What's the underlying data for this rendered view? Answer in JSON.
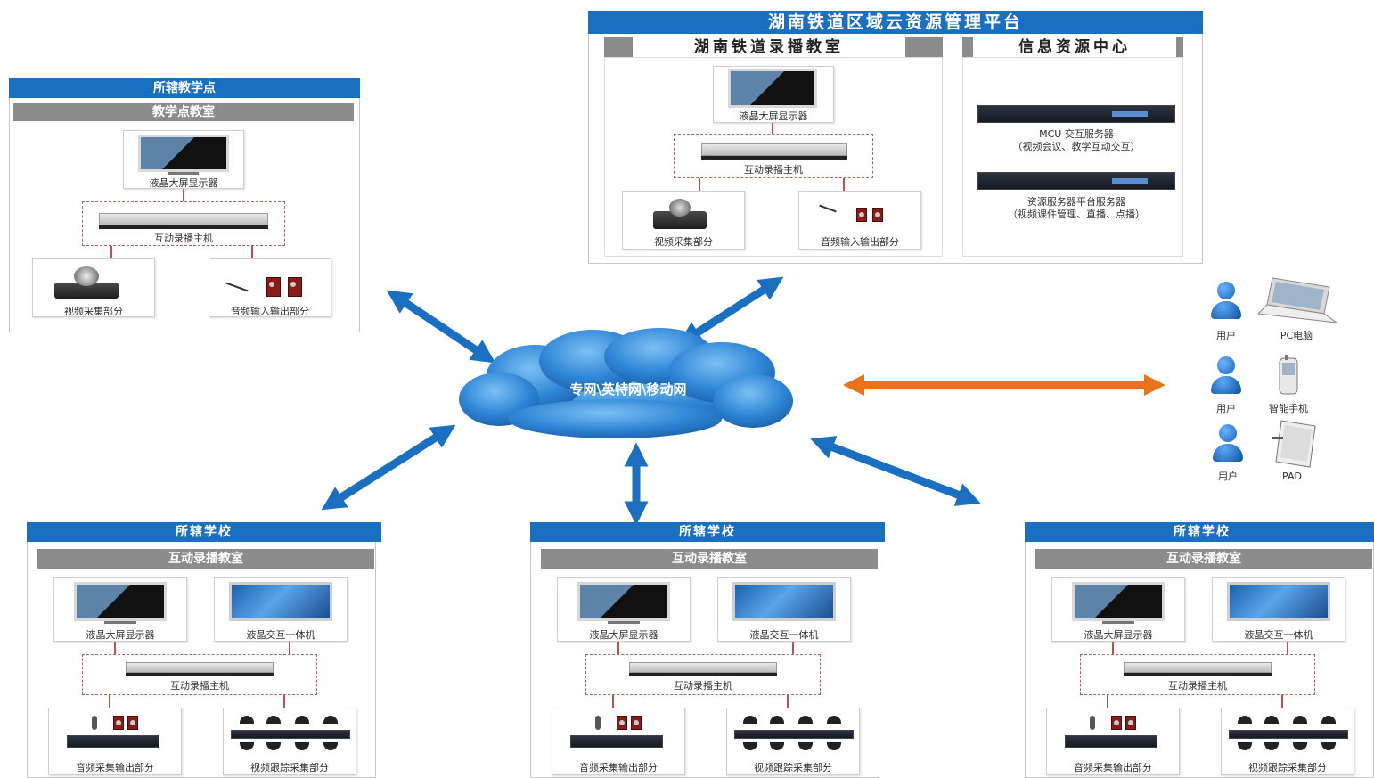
{
  "top_platform": {
    "title": "湖南铁道区域云资源管理平台",
    "left_section": "湖南铁道录播教室",
    "right_section": "信息资源中心",
    "devices": {
      "display": "液晶大屏显示器",
      "host": "互动录播主机",
      "video": "视频采集部分",
      "audio": "音频输入输出部分"
    },
    "servers": [
      {
        "line1": "MCU 交互服务器",
        "line2": "（视频会议、教学互动交互）"
      },
      {
        "line1": "资源服务器平台服务器",
        "line2": "（视频课件管理、直播、点播）"
      }
    ]
  },
  "teaching_point": {
    "title": "所辖教学点",
    "subtitle": "教学点教室",
    "display": "液晶大屏显示器",
    "host": "互动录播主机",
    "video": "视频采集部分",
    "audio": "音频输入输出部分"
  },
  "network": {
    "label": "专网\\英特网\\移动网"
  },
  "users": [
    {
      "user_label": "用户",
      "device_label": "PC电脑",
      "device_icon": "laptop-icon"
    },
    {
      "user_label": "用户",
      "device_label": "智能手机",
      "device_icon": "smartphone-icon"
    },
    {
      "user_label": "用户",
      "device_label": "PAD",
      "device_icon": "tablet-icon"
    }
  ],
  "schools": [
    {
      "title": "所辖学校",
      "subtitle": "互动录播教室",
      "display": "液晶大屏显示器",
      "touch": "液晶交互一体机",
      "host": "互动录播主机",
      "audio": "音频采集输出部分",
      "video": "视频跟踪采集部分"
    },
    {
      "title": "所辖学校",
      "subtitle": "互动录播教室",
      "display": "液晶大屏显示器",
      "touch": "液晶交互一体机",
      "host": "互动录播主机",
      "audio": "音频采集输出部分",
      "video": "视频跟踪采集部分"
    },
    {
      "title": "所辖学校",
      "subtitle": "互动录播教室",
      "display": "液晶大屏显示器",
      "touch": "液晶交互一体机",
      "host": "互动录播主机",
      "audio": "音频采集输出部分",
      "video": "视频跟踪采集部分"
    }
  ],
  "colors": {
    "header_blue": "#1a6fc0",
    "header_grey": "#8c8c8c",
    "arrow_blue": "#1a6fc0",
    "arrow_orange": "#e8731a",
    "cloud": "#2f86d6"
  }
}
